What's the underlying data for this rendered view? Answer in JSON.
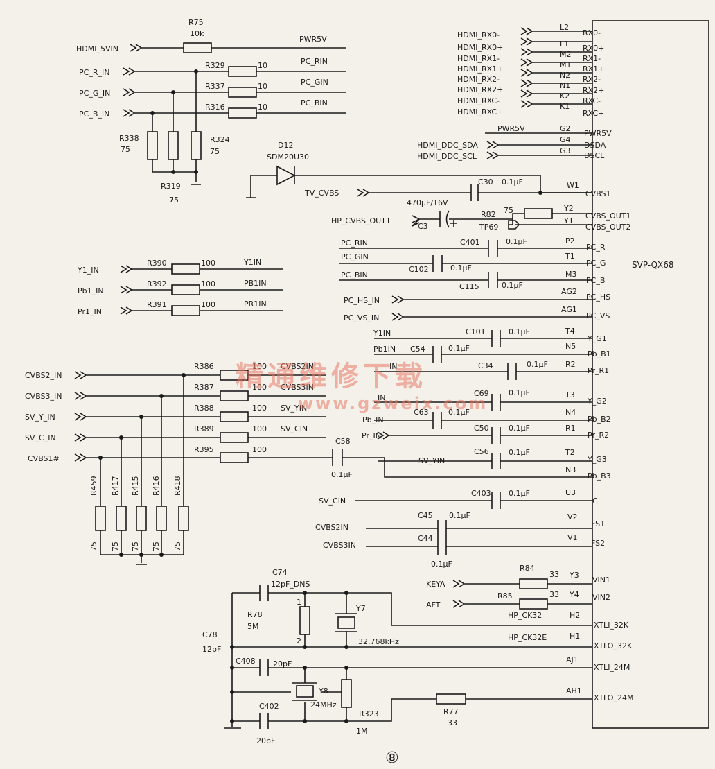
{
  "colors": {
    "ink": "#1a1a1a",
    "paper": "#f4f1ea",
    "watermark": "#e87864"
  },
  "chip": {
    "name": "SVP-QX68"
  },
  "page_number": "⑧",
  "watermark": {
    "cn": "精通维修下载",
    "url": "www.gzweix.com"
  },
  "hdmi_pins": [
    {
      "net": "HDMI_RX0-",
      "ball": "L2",
      "pin": "RX0-"
    },
    {
      "net": "HDMI_RX0+",
      "ball": "L1",
      "pin": "RX0+"
    },
    {
      "net": "HDMI_RX1-",
      "ball": "M2",
      "pin": "RX1-"
    },
    {
      "net": "HDMI_RX1+",
      "ball": "M1",
      "pin": "RX1+"
    },
    {
      "net": "HDMI_RX2-",
      "ball": "N2",
      "pin": "RX2-"
    },
    {
      "net": "HDMI_RX2+",
      "ball": "N1",
      "pin": "RX2+"
    },
    {
      "net": "HDMI_RXC-",
      "ball": "K2",
      "pin": "RXC-"
    },
    {
      "net": "HDMI_RXC+",
      "ball": "K1",
      "pin": "RXC+"
    }
  ],
  "pwr": {
    "net": "PWR5V",
    "ball": "G2",
    "pin": "PWR5V"
  },
  "ddc": [
    {
      "net": "HDMI_DDC_SDA",
      "ball": "G4",
      "pin": "DSDA"
    },
    {
      "net": "HDMI_DDC_SCL",
      "ball": "G3",
      "pin": "DSCL"
    }
  ],
  "cvbs1": {
    "ball": "W1",
    "pin": "CVBS1",
    "net": "TV_CVBS",
    "cap": "C30",
    "cap_val": "0.1μF"
  },
  "diode": {
    "ref": "D12",
    "part": "SDM20U30"
  },
  "cvbs_out": {
    "out1_ball": "Y2",
    "out1_pin": "CVBS_OUT1",
    "res": "R82",
    "res_val": "75",
    "cap": "C3",
    "cap_val": "470μF/16V",
    "out_net": "HP_CVBS_OUT1",
    "out2_ball": "Y1",
    "out2_pin": "CVBS_OUT2",
    "tp": "TP69"
  },
  "hdmi5v": {
    "net": "HDMI_5VIN",
    "res": "R75",
    "res_val": "10k",
    "out": "PWR5V"
  },
  "pc_in": [
    {
      "net": "PC_R_IN",
      "res": "R329",
      "val": "10",
      "out": "PC_RIN"
    },
    {
      "net": "PC_G_IN",
      "res": "R337",
      "val": "10",
      "out": "PC_GIN"
    },
    {
      "net": "PC_B_IN",
      "res": "R316",
      "val": "10",
      "out": "PC_BIN"
    }
  ],
  "pc_term": [
    {
      "ref": "R338",
      "val": "75"
    },
    {
      "ref": "R319",
      "val": "75"
    },
    {
      "ref": "R324",
      "val": "75"
    }
  ],
  "ypbpr_in": [
    {
      "net": "Y1_IN",
      "res": "R390",
      "val": "100",
      "out": "Y1IN"
    },
    {
      "net": "Pb1_IN",
      "res": "R392",
      "val": "100",
      "out": "PB1IN"
    },
    {
      "net": "Pr1_IN",
      "res": "R391",
      "val": "100",
      "out": "PR1IN"
    }
  ],
  "av_in": [
    {
      "net": "CVBS2_IN",
      "res": "R386",
      "val": "100",
      "out": "CVBS2IN"
    },
    {
      "net": "CVBS3_IN",
      "res": "R387",
      "val": "100",
      "out": "CVBS3IN"
    },
    {
      "net": "SV_Y_IN",
      "res": "R388",
      "val": "100",
      "out": "SV_YIN"
    },
    {
      "net": "SV_C_IN",
      "res": "R389",
      "val": "100",
      "out": "SV_CIN"
    },
    {
      "net": "CVBS1#",
      "res": "R395",
      "val": "100",
      "out": ""
    }
  ],
  "av_term": [
    {
      "ref": "R459",
      "val": "75"
    },
    {
      "ref": "R417",
      "val": "75"
    },
    {
      "ref": "R415",
      "val": "75"
    },
    {
      "ref": "R416",
      "val": "75"
    },
    {
      "ref": "R418",
      "val": "75"
    }
  ],
  "c58": {
    "ref": "C58",
    "val": "0.1μF"
  },
  "pc_pins": [
    {
      "net": "PC_RIN",
      "cap": "C401",
      "val": "0.1μF",
      "ball": "P2",
      "pin": "PC_R"
    },
    {
      "net": "PC_GIN",
      "cap": "",
      "val": "",
      "ball": "T1",
      "pin": "PC_G"
    },
    {
      "net": "PC_BIN",
      "cap": "C102",
      "val": "0.1μF",
      "ball": "M3",
      "pin": "PC_B"
    },
    {
      "net": "",
      "cap": "C115",
      "val": "0.1μF",
      "ball": "",
      "pin": ""
    }
  ],
  "sync_pins": [
    {
      "net": "PC_HS_IN",
      "ball": "AG2",
      "pin": "PC_HS"
    },
    {
      "net": "PC_VS_IN",
      "ball": "AG1",
      "pin": "PC_VS"
    }
  ],
  "comp_pins": [
    {
      "net": "Y1IN",
      "cap": "C101",
      "val": "0.1μF",
      "ball": "T4",
      "pin": "Y_G1"
    },
    {
      "net": "Pb1IN",
      "cap": "C54",
      "val": "0.1μF",
      "ball": "N5",
      "pin": "Pb_B1"
    },
    {
      "net": "IN",
      "cap": "C34",
      "val": "0.1μF",
      "ball": "R2",
      "pin": "Pr_R1"
    },
    {
      "net": "IN",
      "cap": "C69",
      "val": "0.1μF",
      "ball": "T3",
      "pin": "Y_G2"
    },
    {
      "net": "Pb_IN",
      "cap": "C63",
      "val": "0.1μF",
      "ball": "N4",
      "pin": "Pb_B2"
    },
    {
      "net": "Pr_IN",
      "cap": "C50",
      "val": "0.1μF",
      "ball": "R1",
      "pin": "Pr_R2"
    },
    {
      "net": "SV_YIN",
      "cap": "C56",
      "val": "0.1μF",
      "ball": "T2",
      "pin": "Y_G3"
    }
  ],
  "pb3": {
    "ball": "N3",
    "pin": "Pb_B3"
  },
  "c_pin": {
    "net": "SV_CIN",
    "cap": "C403",
    "val": "0.1μF",
    "ball": "U3",
    "pin": "C"
  },
  "fs_pins": [
    {
      "net": "CVBS2IN",
      "cap": "C45",
      "val": "0.1μF",
      "ball": "V2",
      "pin": "FS1"
    },
    {
      "net": "CVBS3IN",
      "cap": "C44",
      "val": "0.1μF",
      "ball": "V1",
      "pin": "FS2"
    }
  ],
  "vin_pins": [
    {
      "net": "KEYA",
      "res": "R84",
      "val": "33",
      "ball": "Y3",
      "pin": "VIN1"
    },
    {
      "net": "AFT",
      "res": "R85",
      "val": "33",
      "ball": "Y4",
      "pin": "VIN2"
    }
  ],
  "xtal": {
    "c74": "C74",
    "c74_val": "12pF_DNS",
    "r78": "R78",
    "r78_val": "5M",
    "y7": "Y7",
    "y7_freq": "32.768kHz",
    "r78_pin1": "1",
    "r78_pin2": "2",
    "c78": "C78",
    "c78_val": "12pF",
    "c408": "C408",
    "c408_val": "20pF",
    "y8": "Y8",
    "y8_freq": "24MHz",
    "r323": "R323",
    "r323_val": "1M",
    "c402": "C402",
    "c402_val": "20pF",
    "r77": "R77",
    "r77_val": "33",
    "xi32_net": "HP_CK32",
    "xi32_ball": "H2",
    "xi32_pin": "XTLI_32K",
    "xo32_net": "HP_CK32E",
    "xo32_ball": "H1",
    "xo32_pin": "XTLO_32K",
    "xi24_ball": "AJ1",
    "xi24_pin": "XTLI_24M",
    "xo24_ball": "AH1",
    "xo24_pin": "XTLO_24M"
  }
}
